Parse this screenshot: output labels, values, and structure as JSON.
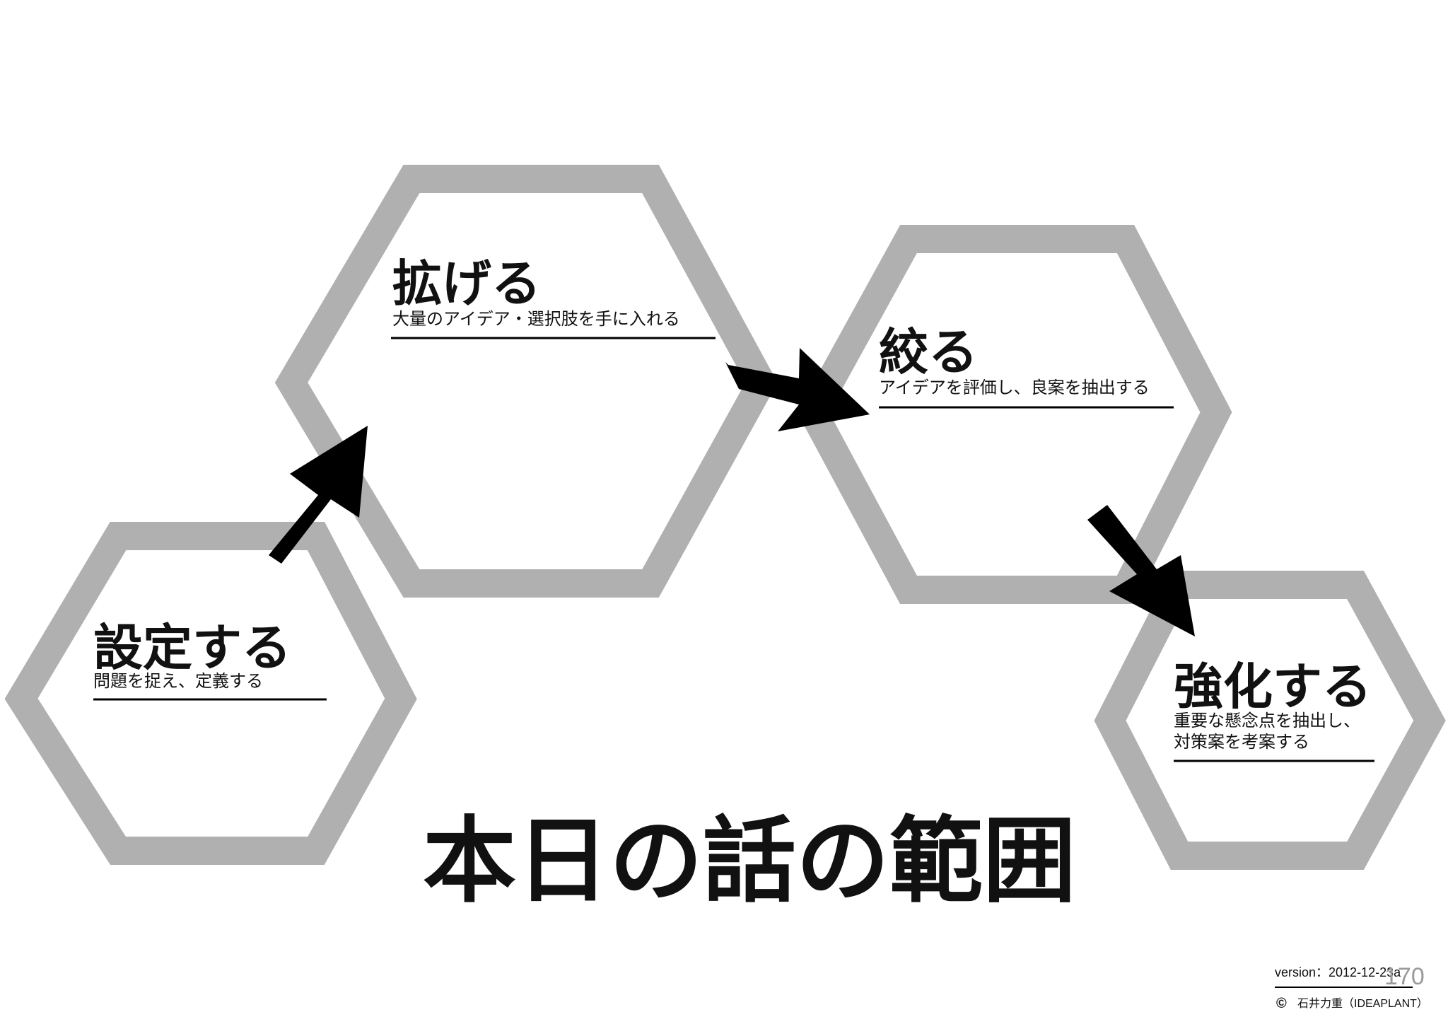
{
  "stages": [
    {
      "title": "設定する",
      "desc": [
        "問題を捉え、定義する"
      ]
    },
    {
      "title": "拡げる",
      "desc": [
        "大量のアイデア・選択肢を手に入れる"
      ]
    },
    {
      "title": "絞る",
      "desc": [
        "アイデアを評価し、良案を抽出する"
      ]
    },
    {
      "title": "強化する",
      "desc": [
        "重要な懸念点を抽出し、",
        "対策案を考案する"
      ]
    }
  ],
  "page_title": "本日の話の範囲",
  "footer": {
    "version": "version：2012-12-23a",
    "copyright_symbol": "©",
    "author": "石井力重（IDEAPLANT）",
    "page_number": "170"
  },
  "colors": {
    "hexagon_border": "#b0b0b0",
    "arrow": "#000000",
    "text": "#111111"
  }
}
